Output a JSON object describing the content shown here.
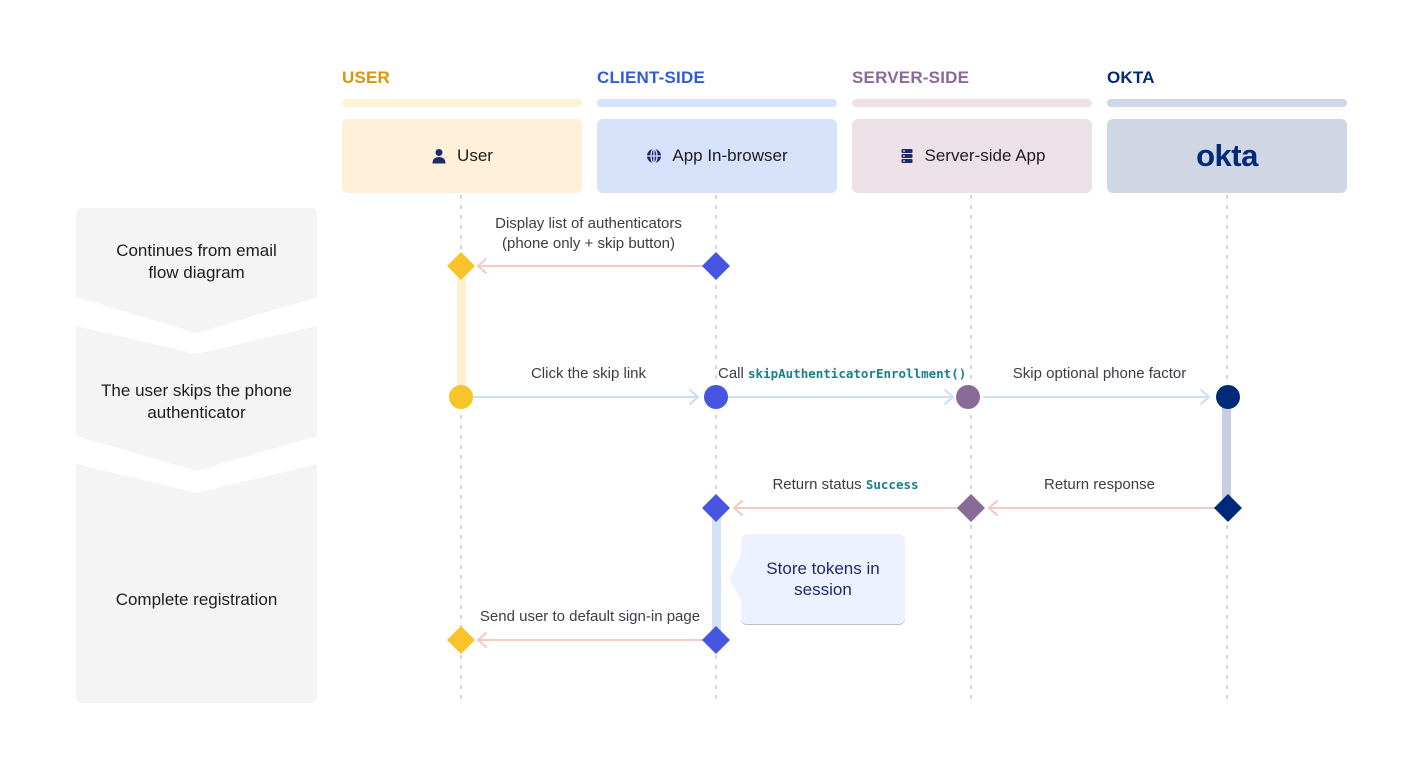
{
  "lanes": [
    {
      "title": "USER",
      "actor_label": "User",
      "icon": "person-icon",
      "title_color": "#d8960b",
      "bar_color": "#fff1d6",
      "box_color": "#fff1d9",
      "line_color": "#f9c32c"
    },
    {
      "title": "CLIENT-SIDE",
      "actor_label": "App In-browser",
      "icon": "globe-icon",
      "title_color": "#2f5bd9",
      "bar_color": "#d5e2fb",
      "box_color": "#d6e2f9",
      "line_color": "#4656e0"
    },
    {
      "title": "SERVER-SIDE",
      "actor_label": "Server-side App",
      "icon": "server-icon",
      "title_color": "#8a6a98",
      "bar_color": "#eee1e8",
      "box_color": "#ede1e8",
      "line_color": "#8a6a98"
    },
    {
      "title": "OKTA",
      "actor_label": "okta",
      "icon": "okta-logo",
      "title_color": "#00297a",
      "bar_color": "#cfd6e5",
      "box_color": "#d0d6e4",
      "line_color": "#00297a"
    }
  ],
  "steps": [
    {
      "label_lines": [
        "Continues from email",
        "flow diagram"
      ]
    },
    {
      "label_lines": [
        "The user skips the phone",
        "authenticator"
      ]
    },
    {
      "label_lines": [
        "Complete registration"
      ]
    }
  ],
  "messages": {
    "display_list": [
      "Display list of authenticators",
      "(phone only + skip button)"
    ],
    "click_skip": "Click the skip link",
    "call_prefix": "Call",
    "call_code": "skipAuthenticatorEnrollment()",
    "skip_optional": "Skip optional phone factor",
    "return_response": "Return response",
    "return_status_prefix": "Return status",
    "return_status_code": "Success",
    "send_user": "Send user to default sign-in page"
  },
  "note": {
    "lines": [
      "Store tokens in",
      "session"
    ]
  }
}
